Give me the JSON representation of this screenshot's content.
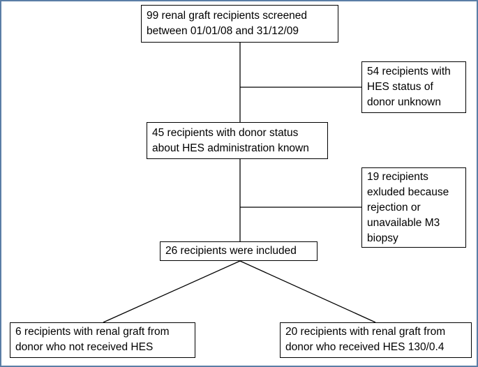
{
  "flowchart": {
    "screened": {
      "line1": "99 renal graft recipients screened",
      "line2": "between 01/01/08 and 31/12/09"
    },
    "excluded_unknown": {
      "line1": "54 recipients with",
      "line2": "HES status of",
      "line3": "donor unknown"
    },
    "known": {
      "line1": "45 recipients with donor status",
      "line2": "about HES administration known"
    },
    "excluded_rejection": {
      "line1": "19 recipients",
      "line2": "exluded because",
      "line3": "rejection or",
      "line4": "unavailable M3",
      "line5": "biopsy"
    },
    "included": {
      "line1": "26 recipients were included"
    },
    "no_hes": {
      "line1": "6 recipients with renal graft from",
      "line2": "donor who not received HES"
    },
    "hes": {
      "line1": "20 recipients with renal graft from",
      "line2": "donor who received HES 130/0.4"
    }
  },
  "colors": {
    "frame_border": "#5b7ea6",
    "box_border": "#000000",
    "line": "#000000"
  }
}
